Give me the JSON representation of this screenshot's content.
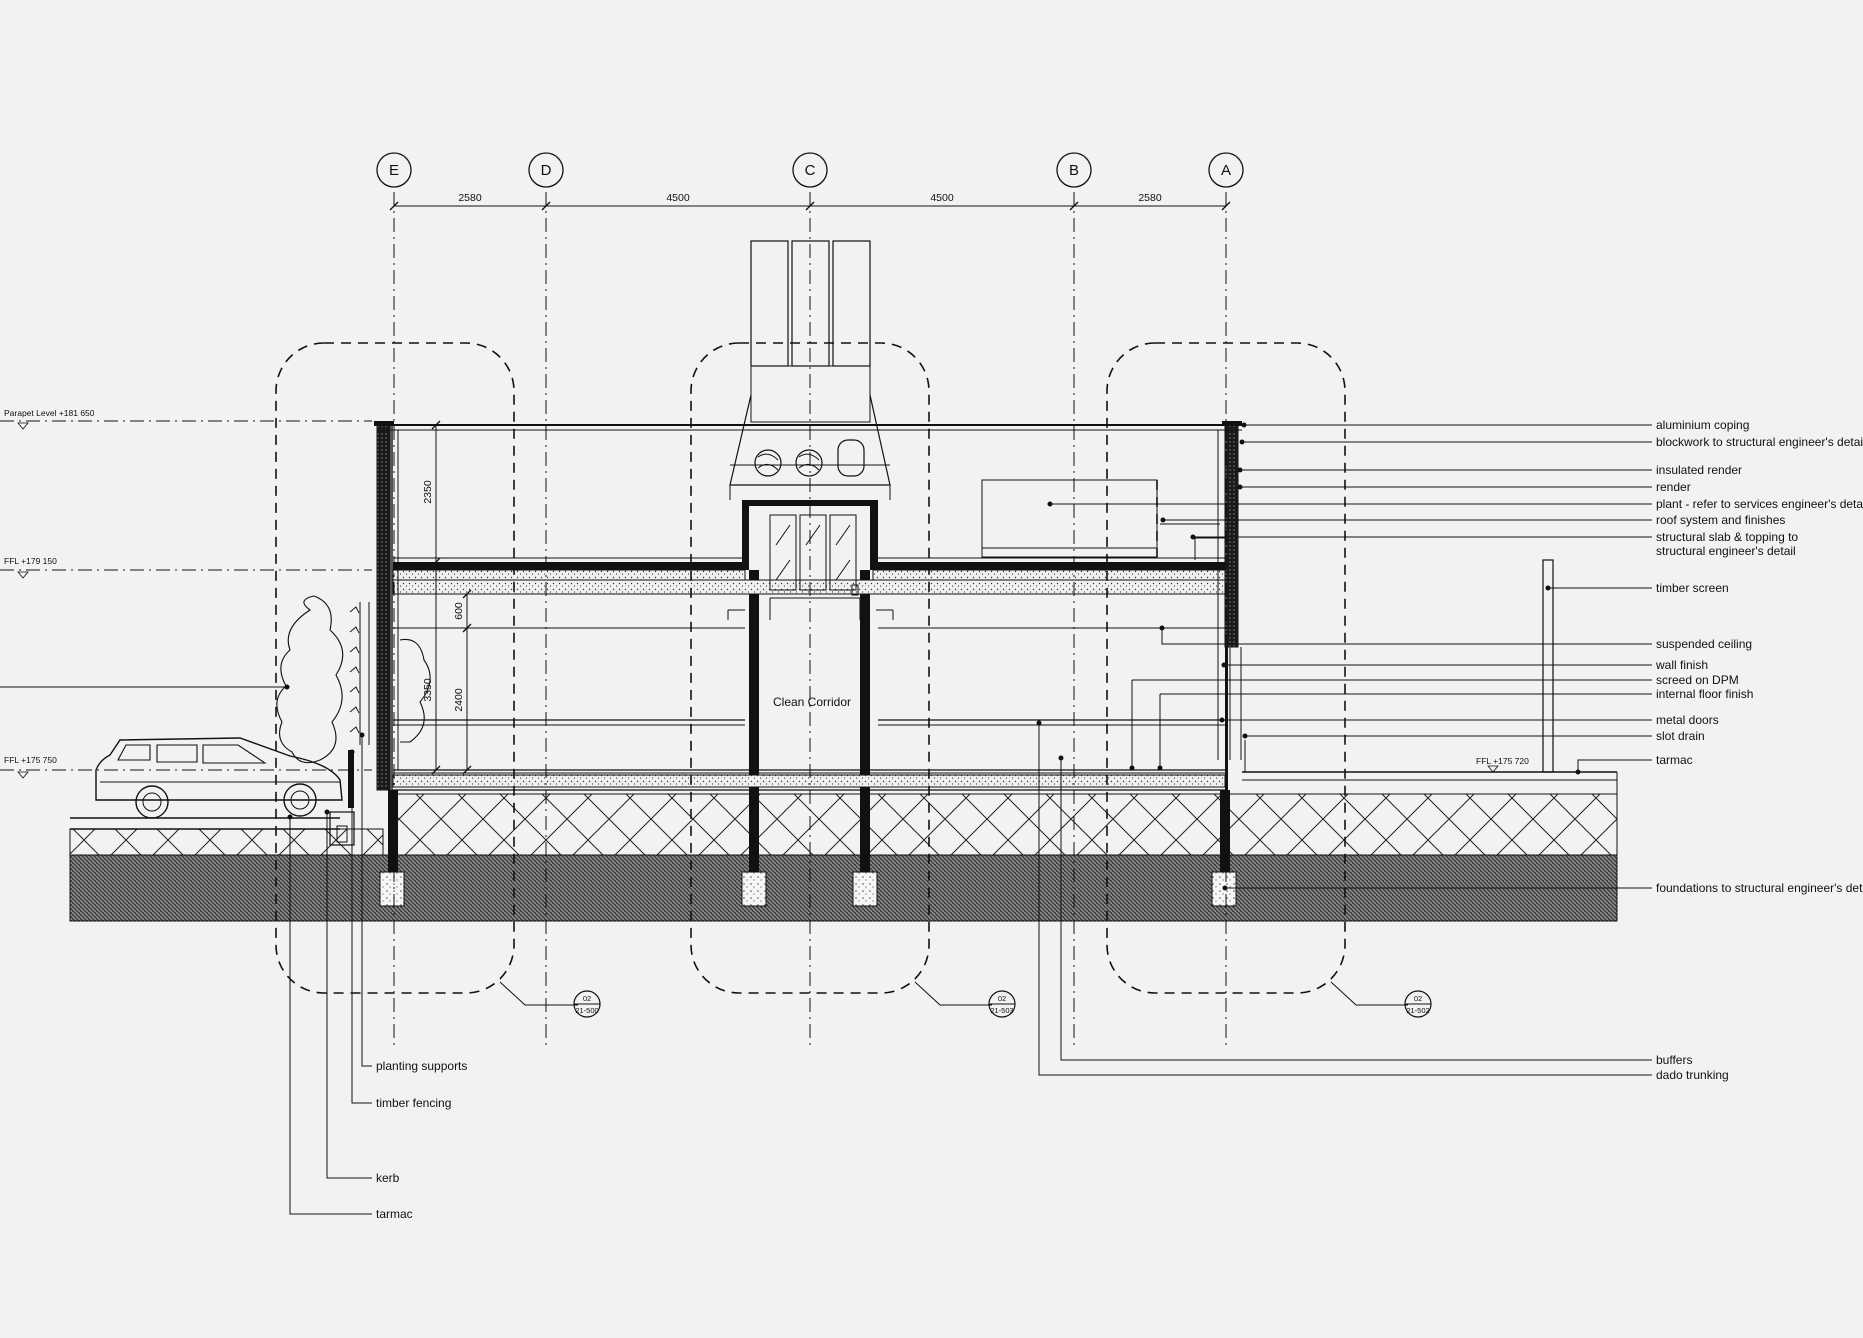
{
  "grid": {
    "labels": [
      "E",
      "D",
      "C",
      "B",
      "A"
    ],
    "spacings": [
      "2580",
      "4500",
      "4500",
      "2580"
    ]
  },
  "levels": {
    "parapet": "Parapet Level +181 650",
    "ffl_upper": "FFL +179 150",
    "ffl_lower": "FFL +175 750",
    "ffl_right": "FFL +175 720"
  },
  "dimensions": {
    "parapet_height": "2350",
    "ceiling_void": "600",
    "floor_to_floor": "3350",
    "floor_to_ceiling": "2400"
  },
  "room_label": "Clean Corridor",
  "detail_tags": [
    {
      "number": "02",
      "sheet": "21-500"
    },
    {
      "number": "02",
      "sheet": "21-503"
    },
    {
      "number": "02",
      "sheet": "21-502"
    }
  ],
  "annotations_right": [
    "aluminium coping",
    "blockwork to structural engineer's detail",
    "insulated render",
    "render",
    "plant - refer to services engineer's details",
    "roof system and finishes",
    "structural slab & topping to",
    "structural engineer's detail",
    "timber screen",
    "suspended ceiling",
    "wall finish",
    "screed on DPM",
    "internal floor finish",
    "metal doors",
    "slot drain",
    "tarmac",
    "foundations to structural engineer's detail",
    "buffers",
    "dado trunking"
  ],
  "annotations_bottom": [
    "planting supports",
    "timber fencing",
    "kerb",
    "tarmac"
  ]
}
